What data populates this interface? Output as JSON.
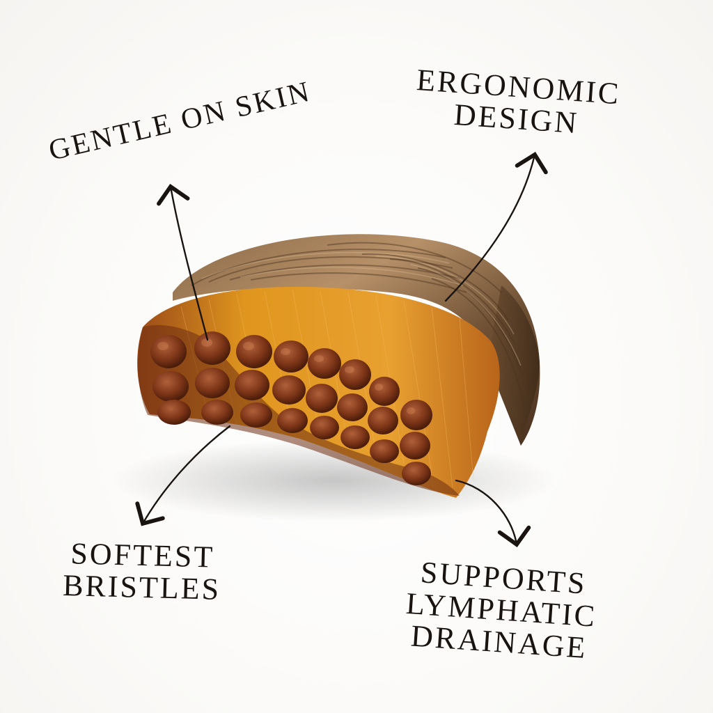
{
  "labels": {
    "gentle": "GENTLE ON SKIN",
    "ergonomic": [
      "ERGONOMIC",
      "DESIGN"
    ],
    "softest": [
      "SOFTEST",
      "BRISTLES"
    ],
    "lymphatic": [
      "SUPPORTS",
      "LYMPHATIC",
      "DRAINAGE"
    ]
  },
  "colors": {
    "text": "#1a1410",
    "wood_dark": "#5a4028",
    "wood_light": "#b08a62",
    "bristle_gold": "#d98a1a",
    "bristle_rust": "#8a3f1a"
  }
}
